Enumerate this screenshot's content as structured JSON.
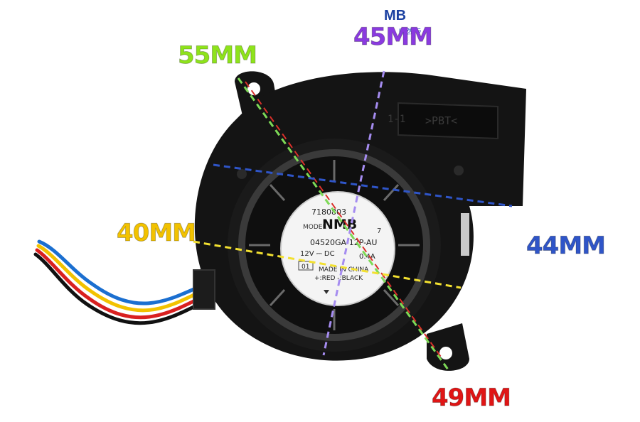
{
  "labels": {
    "dim_55": "55MM",
    "dim_45": "45MM",
    "dim_40": "40MM",
    "dim_44": "44MM",
    "dim_49": "49MM"
  },
  "logo": {
    "text": "MB",
    "sub": "自然·ラ"
  },
  "fan_label": {
    "serial": "7180803",
    "brand": "NMB",
    "model_label": "MODEL",
    "model": "04520GA-12P-AU",
    "rev": "7",
    "rating": "12V ⎓ DC",
    "current": "0.4A",
    "box": "01",
    "origin": "MADE IN CHINA",
    "wires": "+:RED -:BLACK"
  },
  "housing_mark": {
    "part": "1-1",
    "material": ">PBT<"
  },
  "colors": {
    "dim_55": "#8ee31b",
    "dim_45": "#8a3ae0",
    "dim_40": "#f2c200",
    "dim_44": "#2f55c8",
    "dim_49": "#e01515",
    "line_green": "#7dd957",
    "line_purple": "#a58cf0",
    "line_blue": "#2f55c8",
    "line_yellow": "#f2e030",
    "line_red": "#d9302a"
  }
}
